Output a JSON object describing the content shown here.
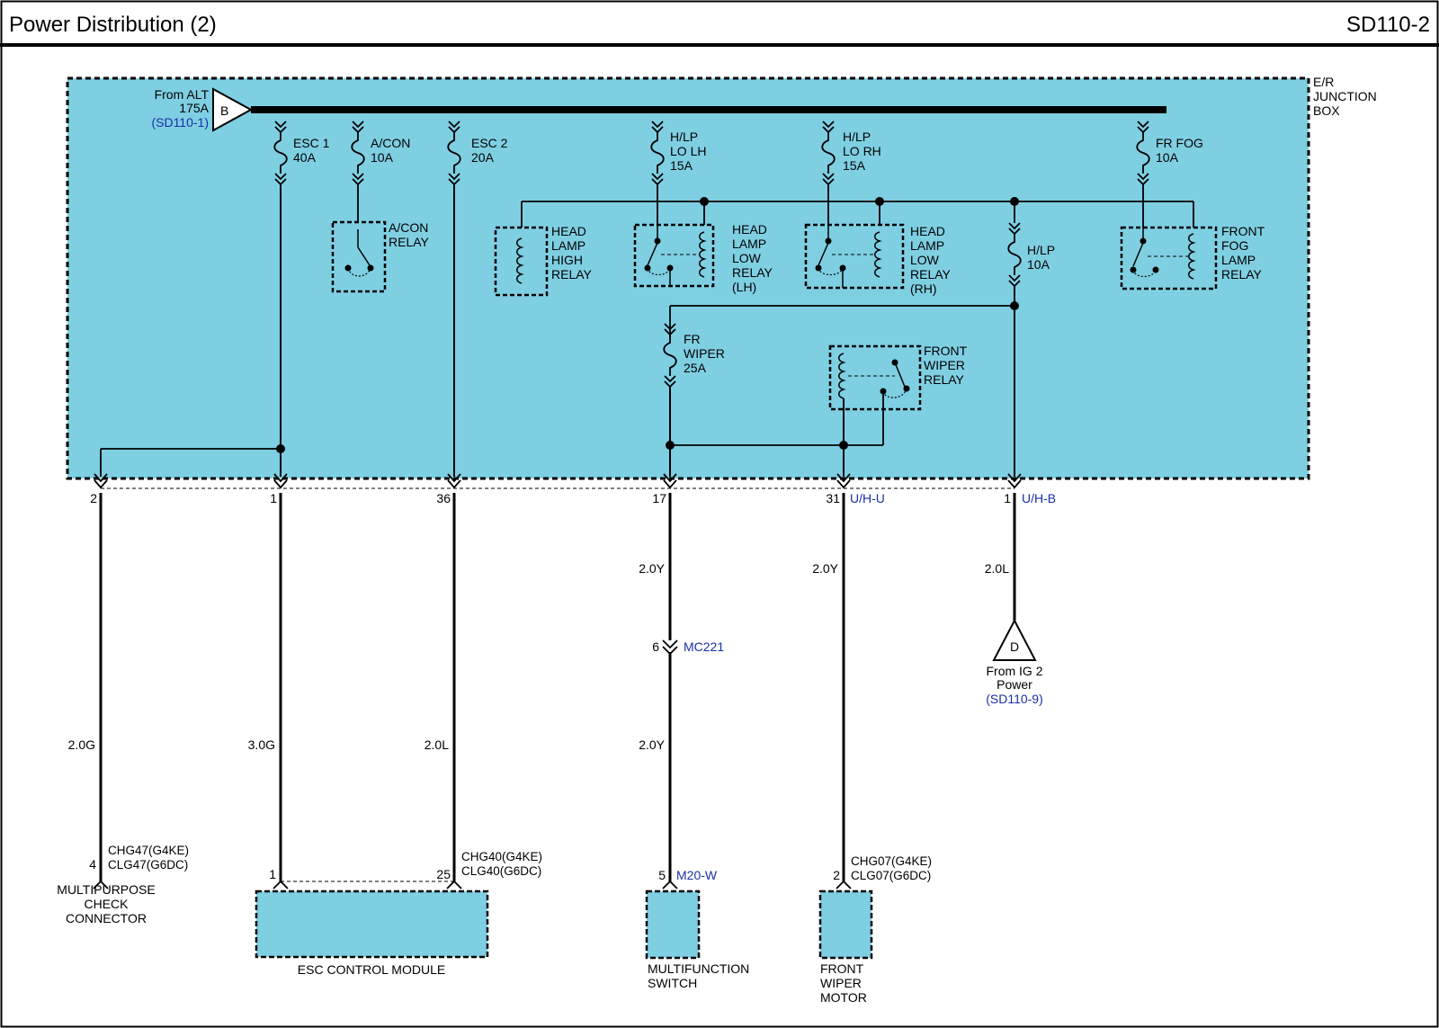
{
  "header": {
    "title": "Power Distribution (2)",
    "code": "SD110-2"
  },
  "colors": {
    "box_fill": "#7fcfe3",
    "wire": "#000000",
    "ref_text": "#1a2ea8"
  },
  "junction_box": {
    "label": [
      "E/R",
      "JUNCTION",
      "BOX"
    ]
  },
  "source_b": {
    "letter": "B",
    "from": "From ALT",
    "rating": "175A",
    "ref": "(SD110-1)"
  },
  "source_d": {
    "letter": "D",
    "from": "From IG 2",
    "label2": "Power",
    "ref": "(SD110-9)"
  },
  "fuses": {
    "esc1": [
      "ESC 1",
      "40A"
    ],
    "acon": [
      "A/CON",
      "10A"
    ],
    "esc2": [
      "ESC 2",
      "20A"
    ],
    "hlp_lo_lh": [
      "H/LP",
      "LO LH",
      "15A"
    ],
    "hlp_lo_rh": [
      "H/LP",
      "LO RH",
      "15A"
    ],
    "fr_fog": [
      "FR FOG",
      "10A"
    ],
    "hlp": [
      "H/LP",
      "10A"
    ],
    "fr_wiper": [
      "FR",
      "WIPER",
      "25A"
    ]
  },
  "relays": {
    "acon": [
      "A/CON",
      "RELAY"
    ],
    "head_high": [
      "HEAD",
      "LAMP",
      "HIGH",
      "RELAY"
    ],
    "head_low_lh": [
      "HEAD",
      "LAMP",
      "LOW",
      "RELAY",
      "(LH)"
    ],
    "head_low_rh": [
      "HEAD",
      "LAMP",
      "LOW",
      "RELAY",
      "(RH)"
    ],
    "front_fog": [
      "FRONT",
      "FOG",
      "LAMP",
      "RELAY"
    ],
    "front_wiper": [
      "FRONT",
      "WIPER",
      "RELAY"
    ]
  },
  "pins": {
    "p2": "2",
    "p1": "1",
    "p36": "36",
    "p17": "17",
    "p31": "31",
    "p31_conn": "U/H-U",
    "p1b": "1",
    "p1b_conn": "U/H-B"
  },
  "wires": {
    "w1": "2.0G",
    "w2": "3.0G",
    "w3": "2.0L",
    "w4a": "2.0Y",
    "w4b": "2.0Y",
    "w5": "2.0Y",
    "w6": "2.0L"
  },
  "inline_connector": {
    "pin": "6",
    "name": "MC221"
  },
  "components": {
    "multipurpose": {
      "pin": "4",
      "conn1": "CHG47",
      "var1": "(G4KE)",
      "conn2": "CLG47",
      "var2": "(G6DC)",
      "name": [
        "MULTIPURPOSE",
        "CHECK",
        "CONNECTOR"
      ]
    },
    "esc_module": {
      "pin_left": "1",
      "pin_right": "25",
      "conn1": "CHG40",
      "var1": "(G4KE)",
      "conn2": "CLG40",
      "var2": "(G6DC)",
      "name": "ESC CONTROL MODULE"
    },
    "multifunction": {
      "pin": "5",
      "conn": "M20-W",
      "name": [
        "MULTIFUNCTION",
        "SWITCH"
      ]
    },
    "wiper_motor": {
      "pin": "2",
      "conn1": "CHG07",
      "var1": "(G4KE)",
      "conn2": "CLG07",
      "var2": "(G6DC)",
      "name": [
        "FRONT",
        "WIPER",
        "MOTOR"
      ]
    }
  }
}
